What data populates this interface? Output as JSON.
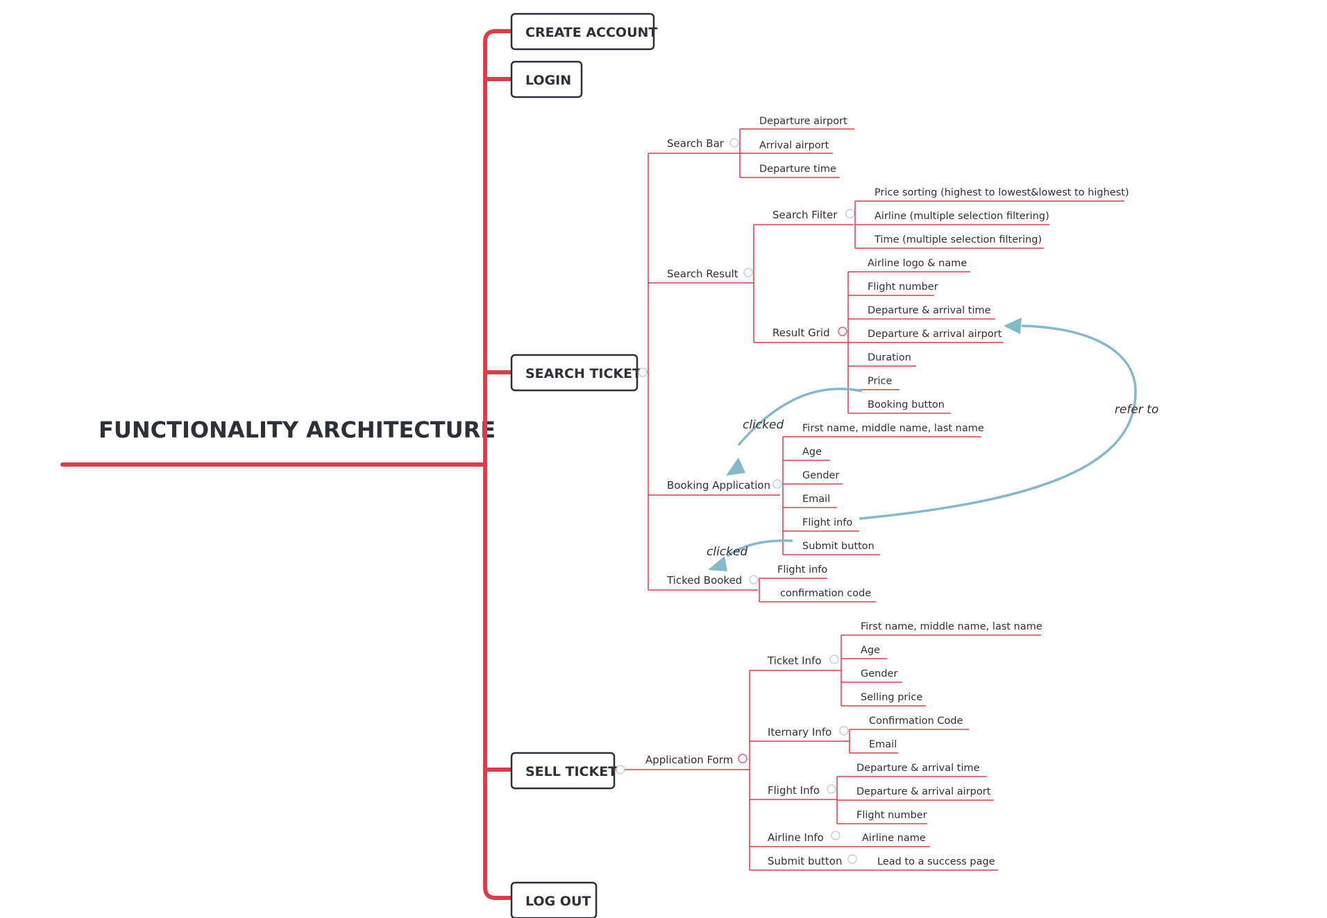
{
  "root": {
    "title": "FUNCTIONALITY ARCHITECTURE"
  },
  "main_topics": {
    "create_account": "CREATE ACCOUNT",
    "login": "LOGIN",
    "search_ticket": "SEARCH TICKET",
    "sell_ticket": "SELL TICKET",
    "log_out": "LOG OUT"
  },
  "search": {
    "search_bar": {
      "label": "Search Bar",
      "items": [
        "Departure airport",
        "Arrival airport",
        "Departure time"
      ]
    },
    "search_result": {
      "label": "Search Result",
      "search_filter": {
        "label": "Search Filter",
        "items": [
          "Price sorting (highest to lowest&lowest to highest)",
          "Airline (multiple selection filtering)",
          "Time (multiple selection filtering)"
        ]
      },
      "result_grid": {
        "label": "Result Grid",
        "items": [
          "Airline logo & name",
          "Flight number",
          "Departure & arrival time",
          "Departure & arrival airport",
          "Duration",
          "Price",
          "Booking button"
        ]
      }
    },
    "booking_application": {
      "label": "Booking Application",
      "items": [
        "First name, middle name, last name",
        "Age",
        "Gender",
        "Email",
        "Flight info",
        "Submit button"
      ]
    },
    "ticket_booked": {
      "label": "Ticked Booked",
      "items": [
        "Flight info",
        "confirmation code"
      ]
    }
  },
  "sell": {
    "application_form": {
      "label": "Application Form"
    },
    "ticket_info": {
      "label": "Ticket Info",
      "items": [
        "First name, middle name, last name",
        "Age",
        "Gender",
        "Selling price"
      ]
    },
    "iternary_info": {
      "label": "Iternary Info",
      "items": [
        "Confirmation Code",
        "Email"
      ]
    },
    "flight_info": {
      "label": "Flight Info",
      "items": [
        "Departure & arrival time",
        "Departure & arrival airport",
        "Flight number"
      ]
    },
    "airline_info": {
      "label": "Airline Info",
      "items": [
        "Airline name"
      ]
    },
    "submit_button": {
      "label": "Submit button",
      "items": [
        "Lead to a success page"
      ]
    }
  },
  "relationships": {
    "clicked_1": "clicked",
    "clicked_2": "clicked",
    "refer_to": "refer to"
  },
  "colors": {
    "branch": "#e03c48",
    "relationship": "#82b9cb",
    "text": "#2d3038"
  }
}
